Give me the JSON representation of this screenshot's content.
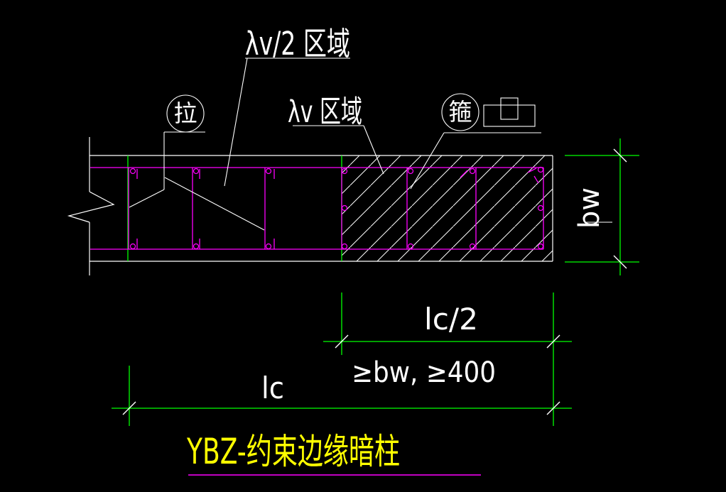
{
  "window": {
    "background": "#000000"
  },
  "drawing": {
    "colors": {
      "linework": "#ffffff",
      "rebar": "#ff00ff",
      "dimension": "#00ff00",
      "title_text": "#ffff00",
      "title_underline": "#ff00ff"
    },
    "callouts": {
      "zone_half_label": "λv/2 区域",
      "zone_label": "λv 区域",
      "tie_badge": "拉",
      "hoop_badge": "箍"
    },
    "dimensions": {
      "wall_thickness": "bw",
      "confined_half_length": "lc/2",
      "min_requirement": "≥bw, ≥400",
      "confined_length": "lc"
    },
    "title": "YBZ-约束边缘暗柱"
  }
}
